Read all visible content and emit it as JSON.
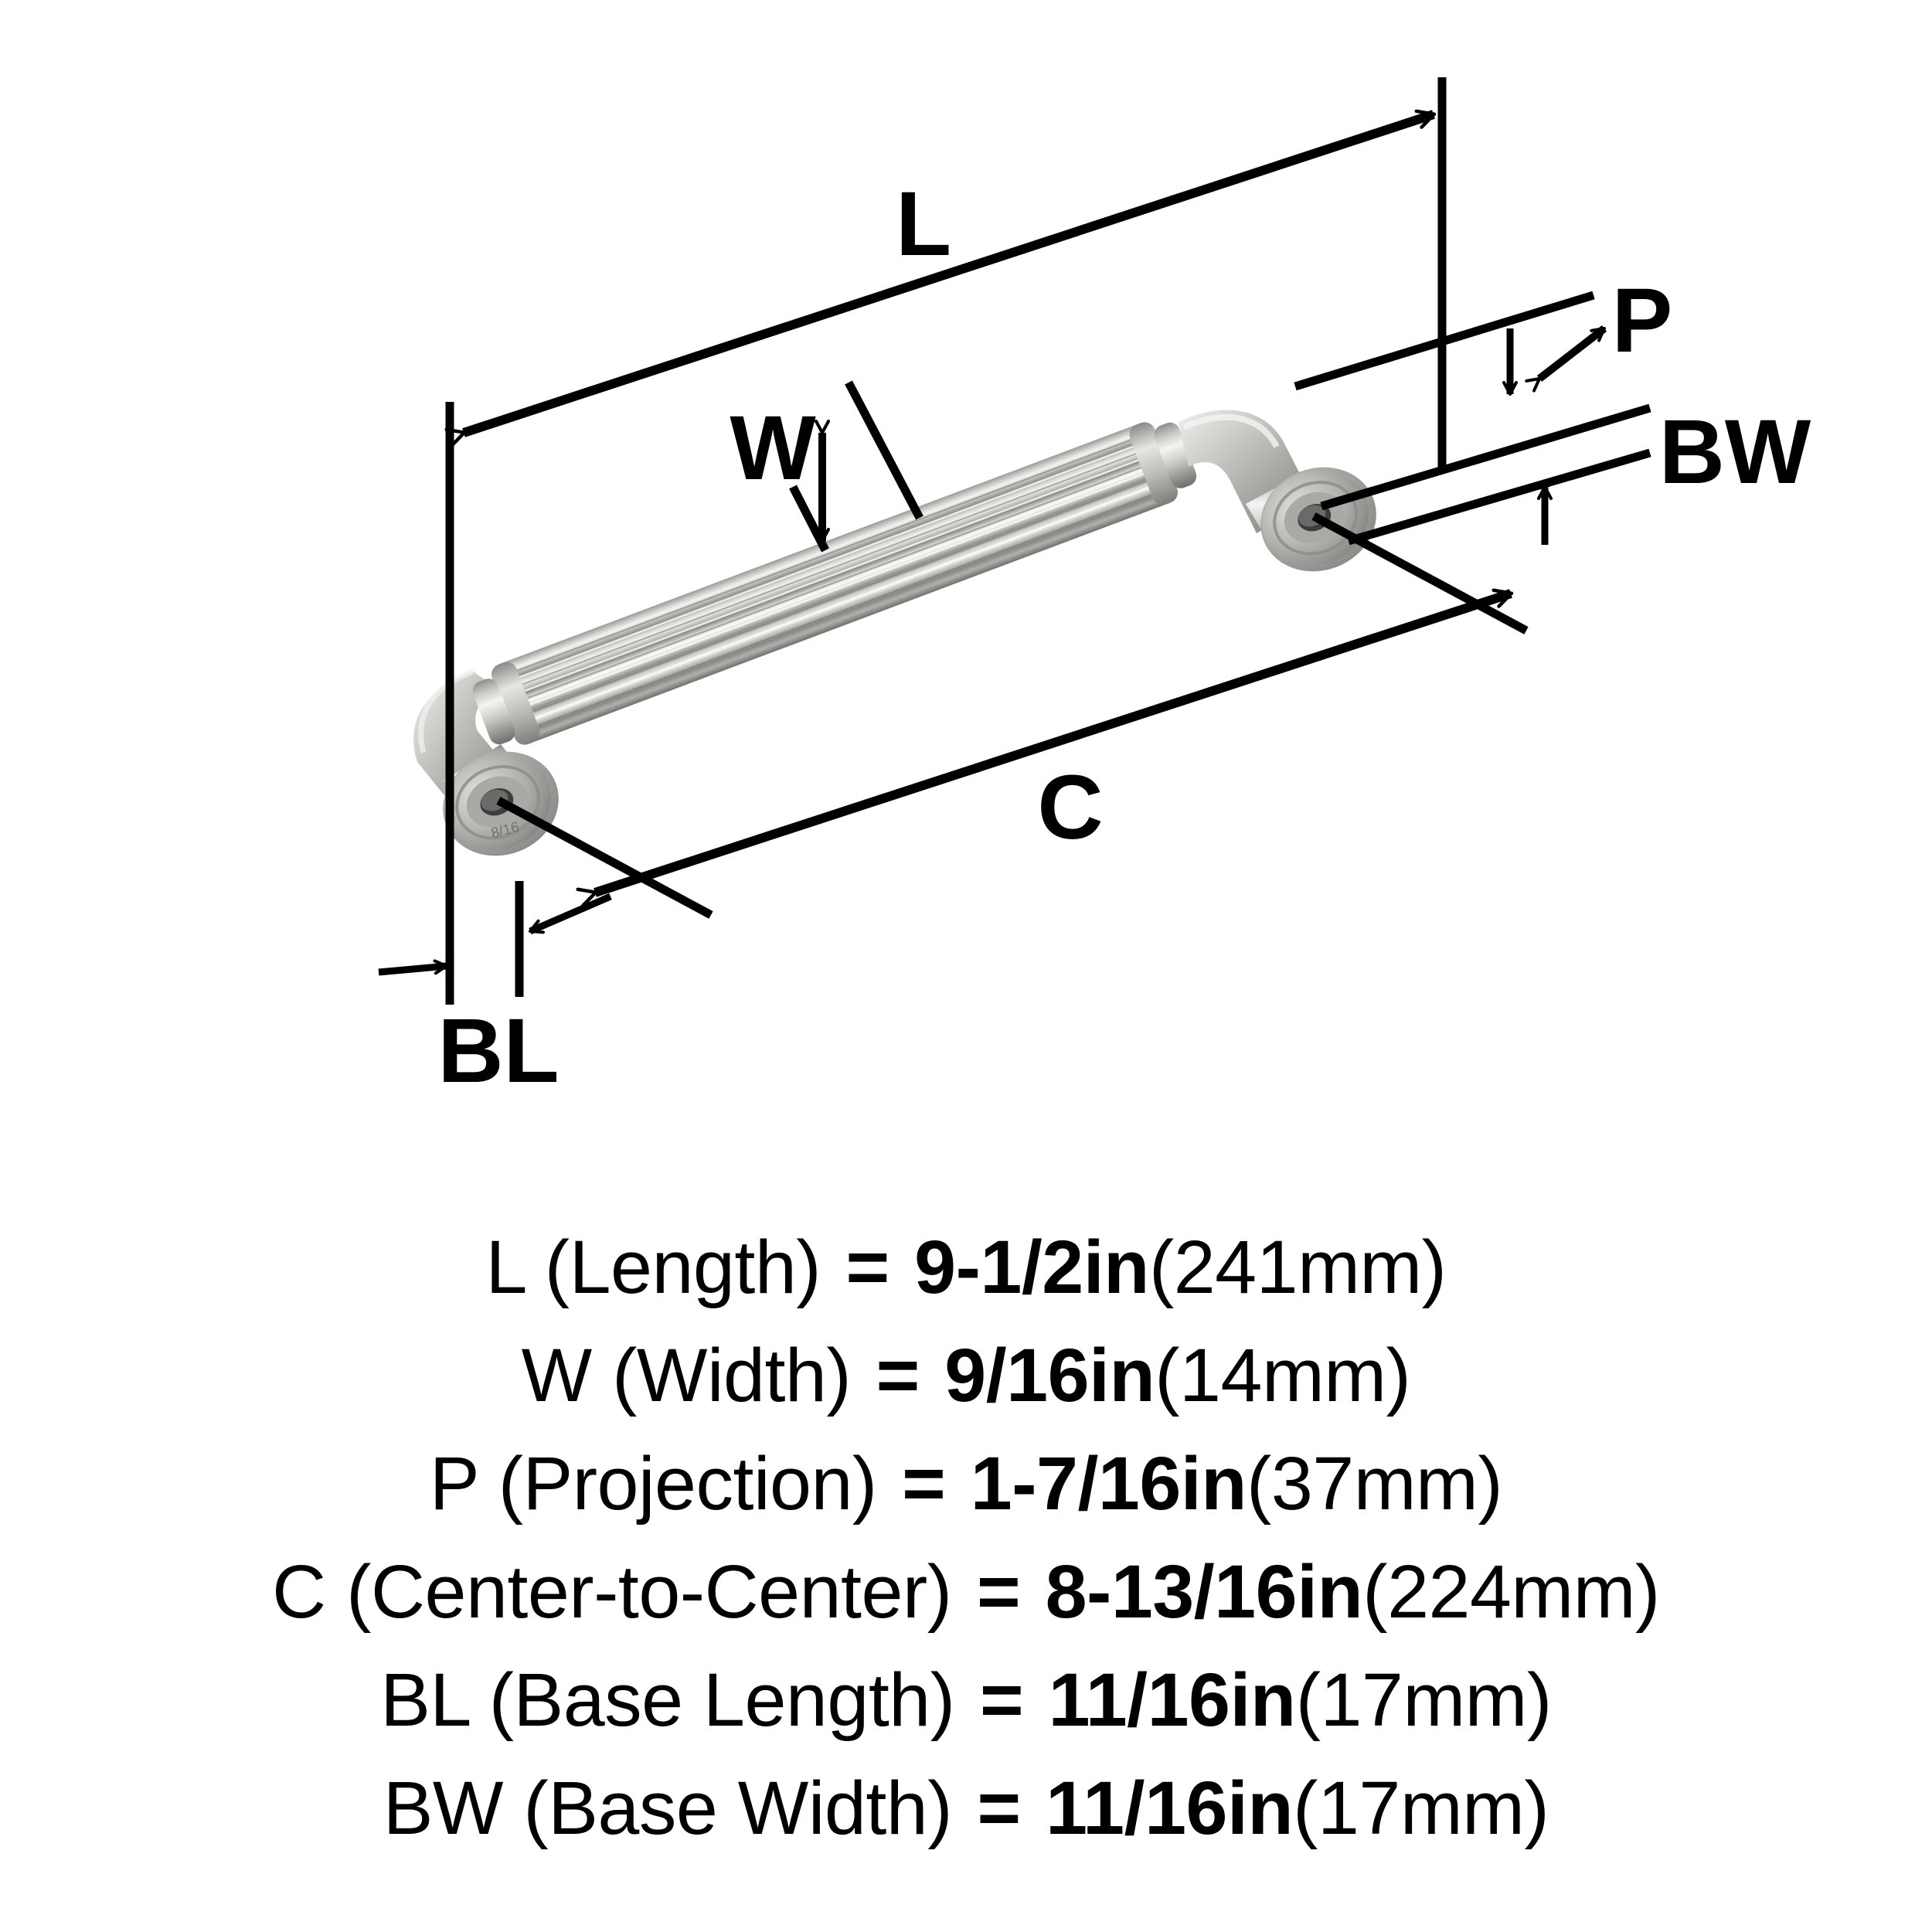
{
  "product": {
    "type": "cabinet-pull-handle",
    "finish_description": "satin nickel fluted bar pull",
    "view": "isometric dimension drawing"
  },
  "diagram": {
    "title": "",
    "dimension_letters": [
      {
        "id": "L",
        "label": "L",
        "name": "length-dimension-letter"
      },
      {
        "id": "W",
        "label": "W",
        "name": "width-dimension-letter"
      },
      {
        "id": "P",
        "label": "P",
        "name": "projection-dimension-letter"
      },
      {
        "id": "BW",
        "label": "BW",
        "name": "base-width-dimension-letter"
      },
      {
        "id": "C",
        "label": "C",
        "name": "center-to-center-dimension-letter"
      },
      {
        "id": "BL",
        "label": "BL",
        "name": "base-length-dimension-letter"
      }
    ],
    "line_color": "#000000",
    "metal_light": "#f2f2f0",
    "metal_mid": "#b9b9b6",
    "metal_dark": "#8d8d8a",
    "metal_shadow": "#6e6e6b"
  },
  "specs": [
    {
      "code": "L",
      "label": "L (Length)",
      "equals": "=",
      "imperial": "9-1/2in",
      "metric": "(241mm)"
    },
    {
      "code": "W",
      "label": "W (Width)",
      "equals": "=",
      "imperial": "9/16in",
      "metric": "(14mm)"
    },
    {
      "code": "P",
      "label": "P (Projection)",
      "equals": "=",
      "imperial": "1-7/16in",
      "metric": "(37mm)"
    },
    {
      "code": "C",
      "label": "C (Center-to-Center)",
      "equals": "=",
      "imperial": "8-13/16in",
      "metric": "(224mm)"
    },
    {
      "code": "BL",
      "label": "BL (Base Length)",
      "equals": "=",
      "imperial": "11/16in",
      "metric": "(17mm)"
    },
    {
      "code": "BW",
      "label": "BW (Base Width)",
      "equals": "=",
      "imperial": "11/16in",
      "metric": "(17mm)"
    }
  ]
}
